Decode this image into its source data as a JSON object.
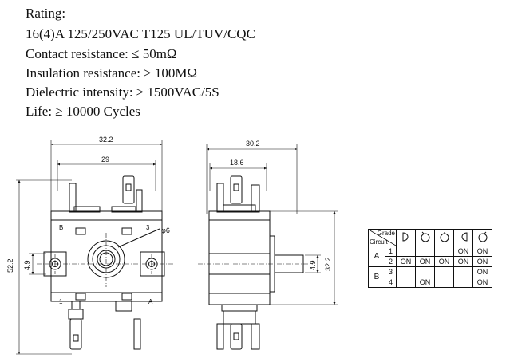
{
  "specs": [
    "Rating:",
    "16(4)A 125/250VAC T125    UL/TUV/CQC",
    "Contact resistance: ≤ 50mΩ",
    "Insulation resistance: ≥ 100MΩ",
    "Dielectric intensity: ≥ 1500VAC/5S",
    "Life: ≥ 10000 Cycles"
  ],
  "front_view": {
    "dim_width": "32.2",
    "dim_inner": "29",
    "dim_height": "52.2",
    "dim_mount": "4.9",
    "dim_shaft": "φ6",
    "labels": {
      "top_left": "B",
      "top_right": "3",
      "bottom_left": "1",
      "bottom_right": "A"
    }
  },
  "side_view": {
    "dim_width": "30.2",
    "dim_inner": "18.6",
    "dim_height": "32.2",
    "dim_mount": "4.9"
  },
  "grade_table": {
    "header_grade": "Grade",
    "header_circuit": "Circuit",
    "position_icons": [
      "pos-0-icon",
      "pos-1-icon",
      "pos-2-icon",
      "pos-3-icon",
      "pos-4-icon"
    ],
    "rows": [
      {
        "circuit": "A",
        "num": "1",
        "cells": [
          "",
          "",
          "",
          "ON",
          "ON"
        ]
      },
      {
        "circuit": "",
        "num": "2",
        "cells": [
          "ON",
          "ON",
          "ON",
          "ON",
          "ON"
        ]
      },
      {
        "circuit": "B",
        "num": "3",
        "cells": [
          "",
          "",
          "",
          "",
          "ON"
        ]
      },
      {
        "circuit": "",
        "num": "4",
        "cells": [
          "",
          "ON",
          "",
          "",
          "ON"
        ]
      }
    ]
  }
}
